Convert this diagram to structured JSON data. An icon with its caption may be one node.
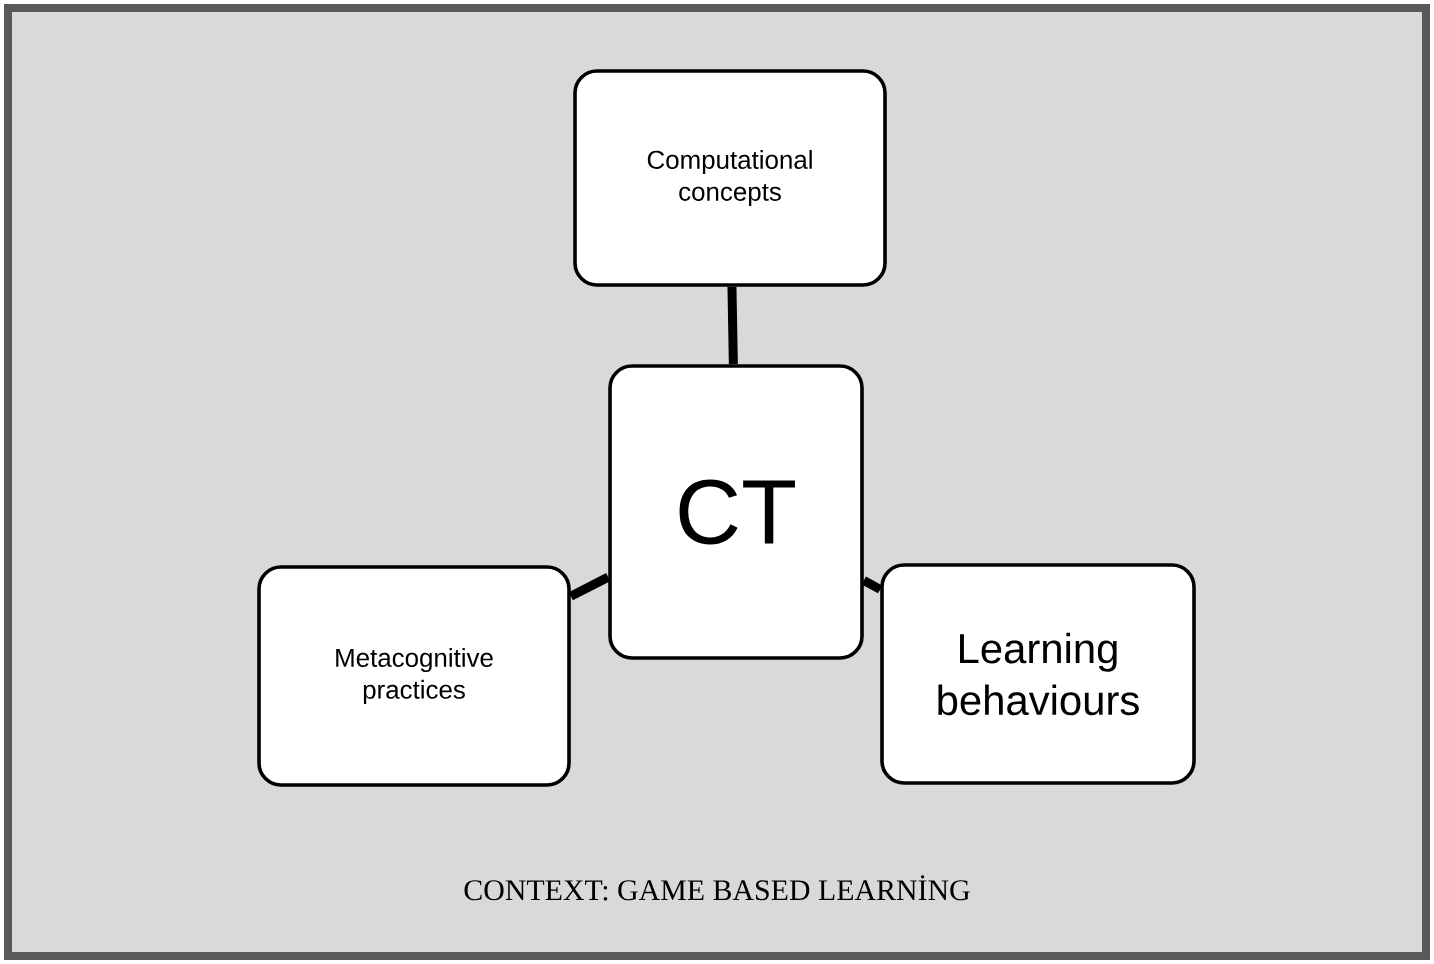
{
  "diagram": {
    "nodes": [
      {
        "text": [
          "CONTEXT: GAME BASED LEARNİNG"
        ]
      },
      {
        "text": [
          "Computational concepts"
        ],
        "in": 0
      },
      {
        "text": [
          "CT"
        ],
        "in": 0
      },
      {
        "text": [
          "Metacognitive practices"
        ],
        "in": 0
      },
      {
        "text": [
          "Learning behaviours"
        ],
        "in": 0
      }
    ],
    "edges": [
      {
        "from": 2,
        "to": 1,
        "arrow": "none"
      },
      {
        "from": 2,
        "to": 3,
        "arrow": "none"
      },
      {
        "from": 2,
        "to": 4,
        "arrow": "none"
      }
    ]
  }
}
